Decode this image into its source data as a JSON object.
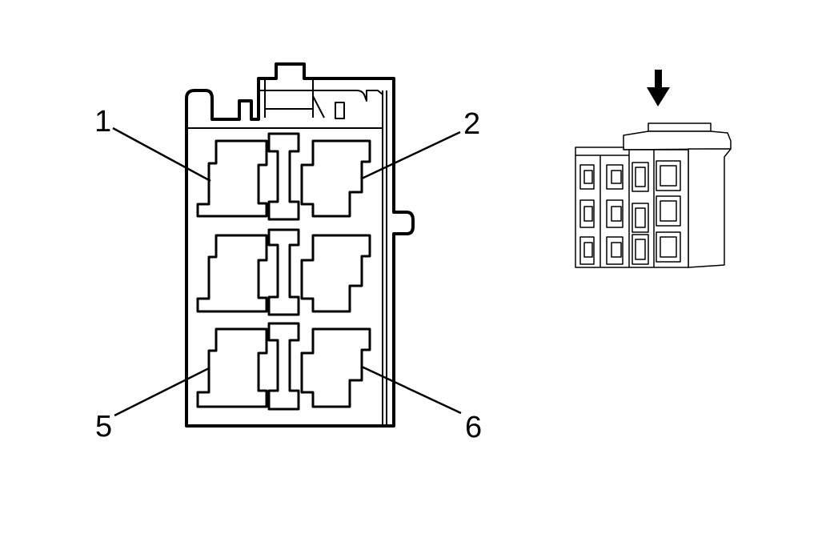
{
  "diagram": {
    "callouts": [
      {
        "id": "1",
        "label": "1"
      },
      {
        "id": "2",
        "label": "2"
      },
      {
        "id": "5",
        "label": "5"
      },
      {
        "id": "6",
        "label": "6"
      }
    ],
    "pins_total": 6,
    "view_direction_marker": "arrow-down-icon"
  },
  "colors": {
    "stroke": "#000000",
    "fill": "#ffffff"
  }
}
